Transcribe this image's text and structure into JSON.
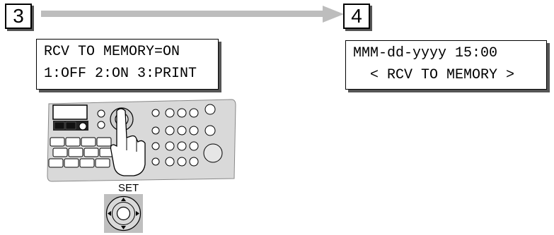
{
  "steps": {
    "left": "3",
    "right": "4"
  },
  "display_left": {
    "line1": "RCV TO MEMORY=ON",
    "line2": "1:OFF 2:ON 3:PRINT"
  },
  "display_right": {
    "line1": "MMM-dd-yyyy 15:00",
    "line2": "  < RCV TO MEMORY >"
  },
  "key_label": "SET",
  "colors": {
    "arrow": "#bdbdbd",
    "panel_body": "#d9d9d9",
    "shadow": "#555555"
  }
}
